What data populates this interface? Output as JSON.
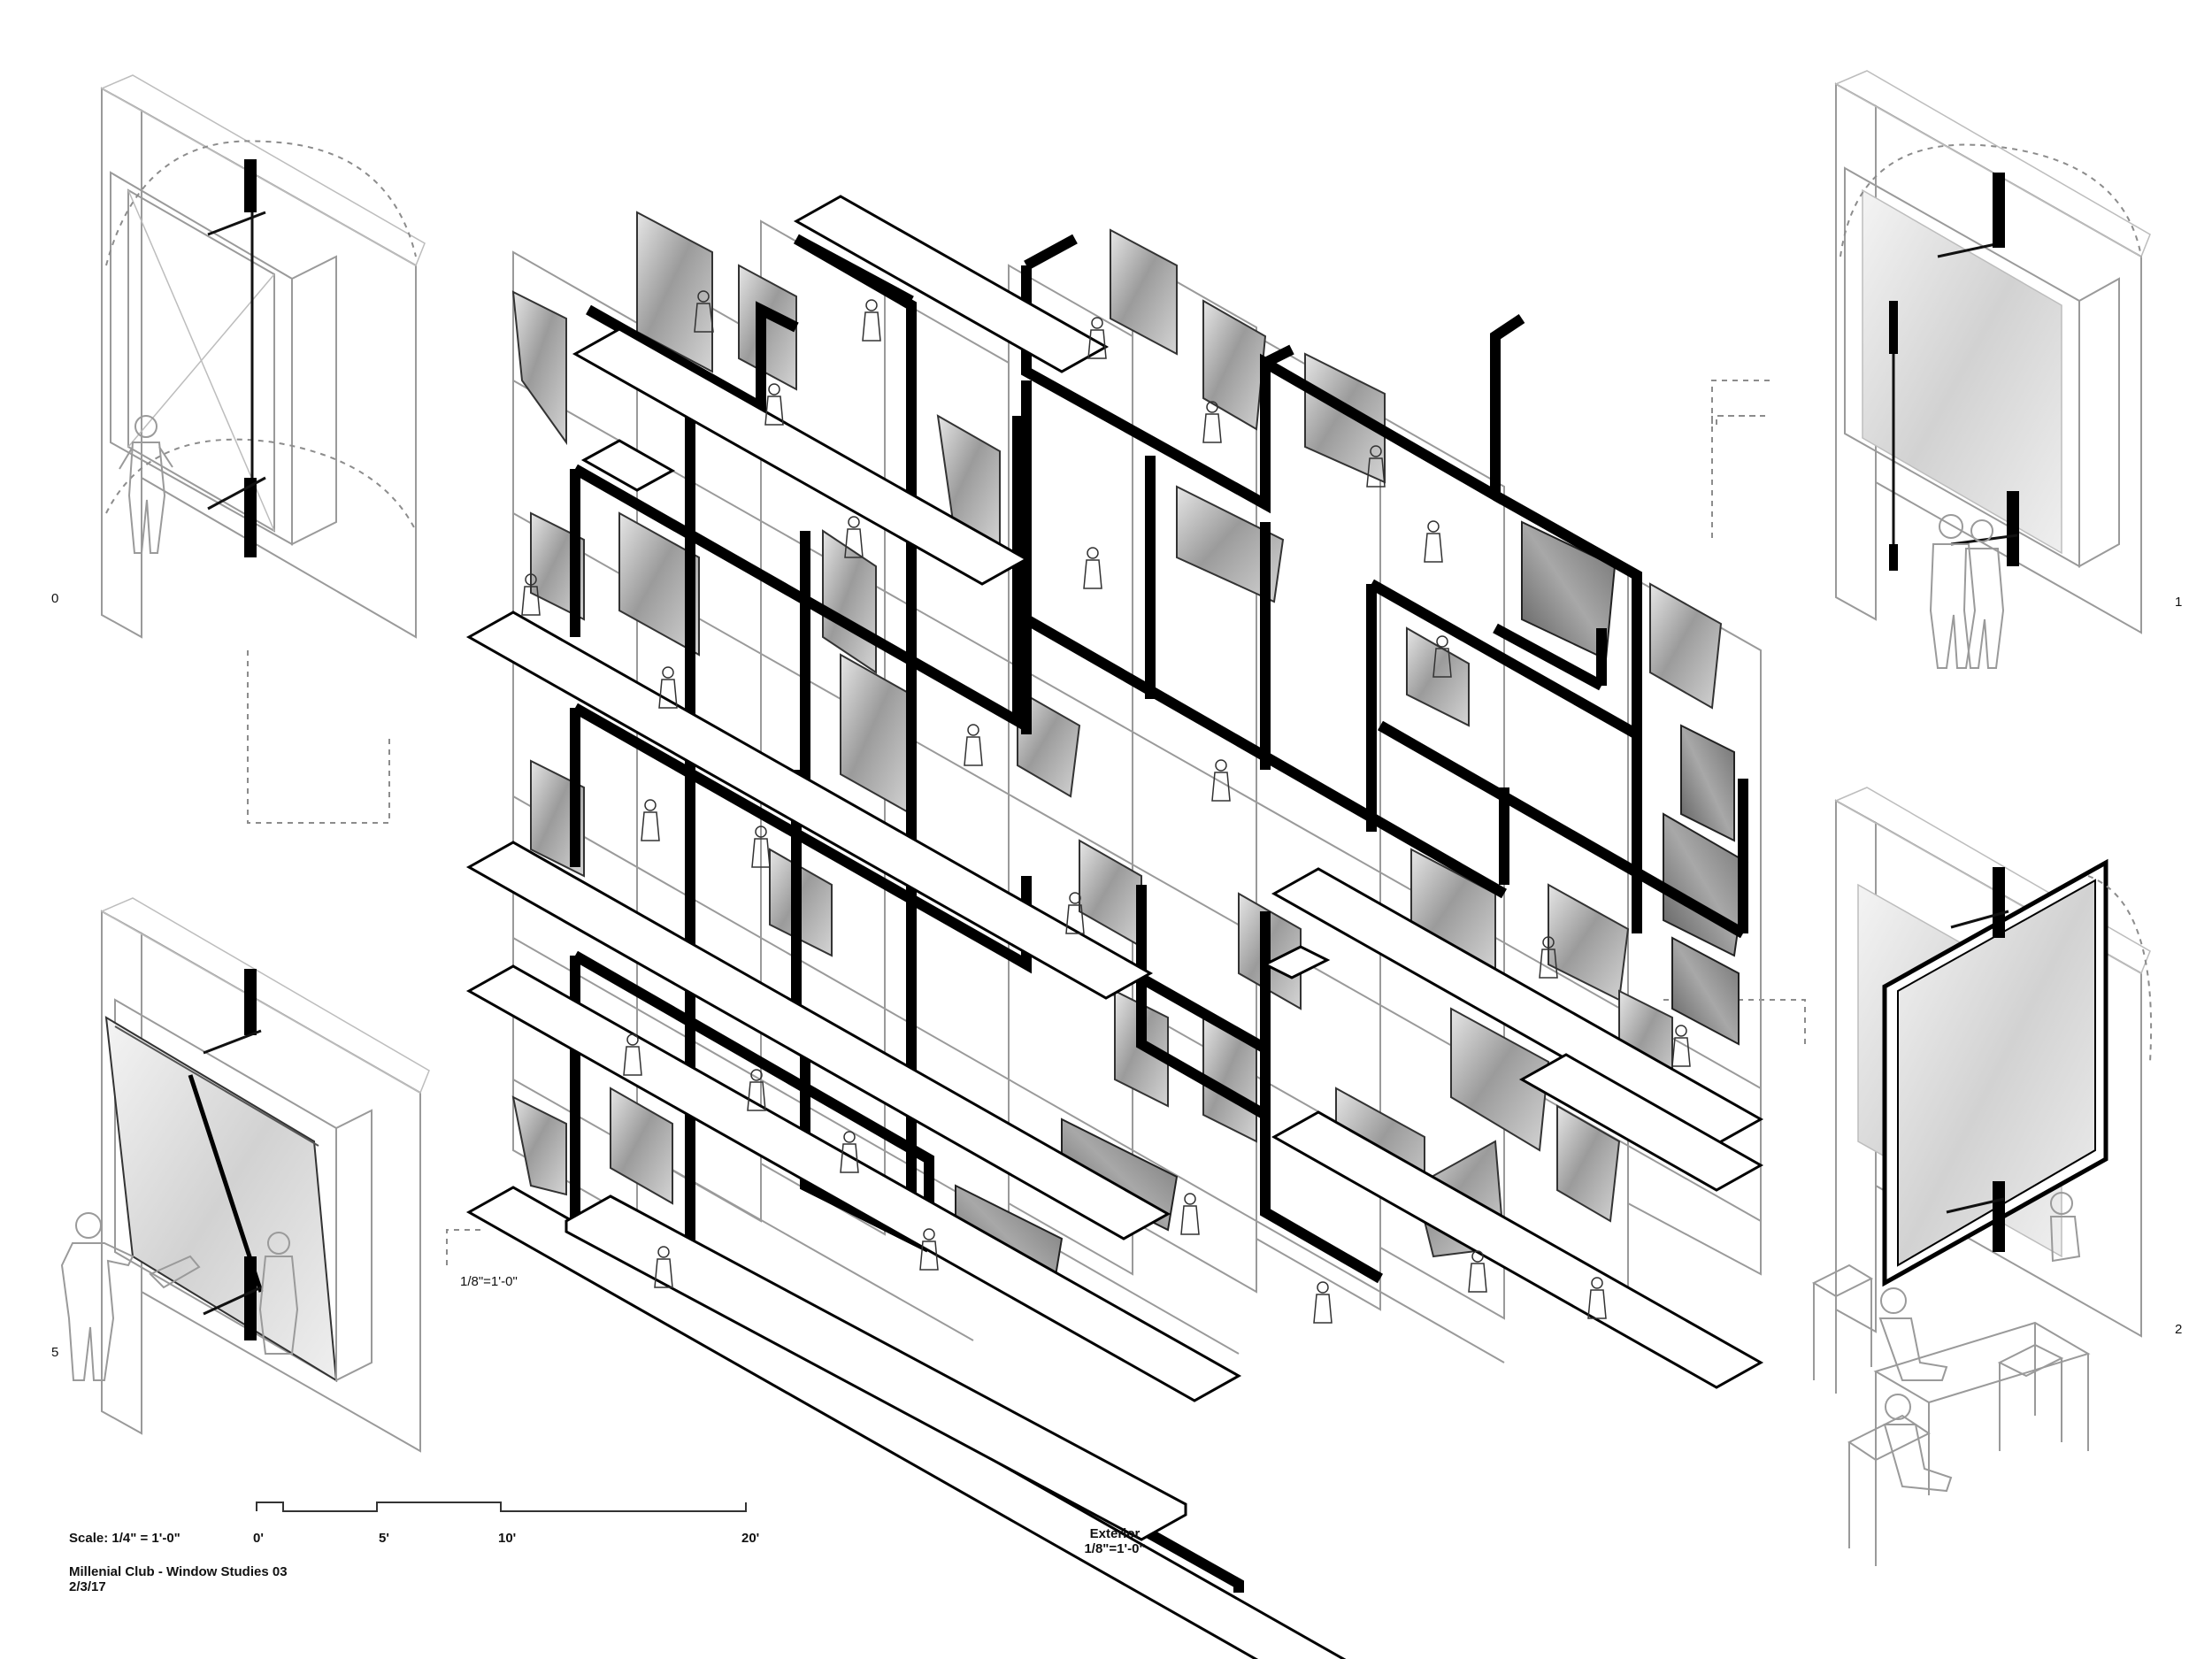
{
  "detail_labels": {
    "d0": "0",
    "d1": "1",
    "d2": "2",
    "d5": "5"
  },
  "section_scale_label": "1/8\"=1'-0\"",
  "scale_bar": {
    "title": "Scale: 1/4\" = 1'-0\"",
    "ticks": [
      "0'",
      "5'",
      "10'",
      "20'"
    ]
  },
  "exterior_caption": {
    "title": "Exterior",
    "scale": "1/8\"=1'-0\""
  },
  "title_block": {
    "project": "Millenial Club - Window Studies 03",
    "date": "2/3/17"
  },
  "colors": {
    "ink": "#000000",
    "light_line": "#9a9a9a",
    "paper": "#ffffff",
    "glass": "#8f8f8f"
  }
}
